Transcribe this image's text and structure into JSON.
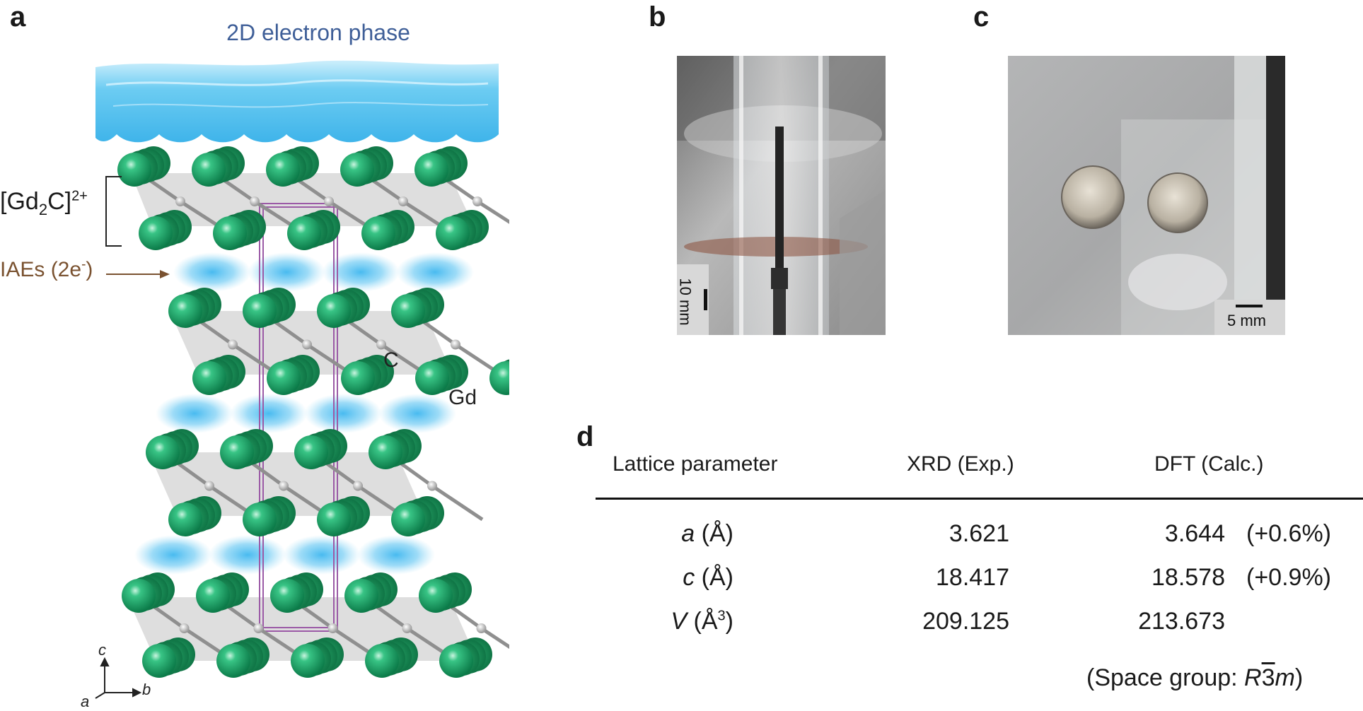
{
  "panel_a": {
    "letter": "a",
    "title": "2D electron phase",
    "formula_prefix": "[Gd",
    "formula_sub": "2",
    "formula_mid": "C]",
    "formula_sup": "2+",
    "iae_prefix": "IAEs (2e",
    "iae_sup": "-",
    "iae_suffix": ")",
    "atom_c": "C",
    "atom_gd": "Gd",
    "axis_c": "c",
    "axis_a": "a",
    "axis_b": "b",
    "colors": {
      "gd_atom": "#1fa86a",
      "electron": "#38b6ee",
      "cell_edge": "#9b5aa6",
      "bond": "#9a9a9a"
    }
  },
  "panel_b": {
    "letter": "b",
    "scale": "10 mm"
  },
  "panel_c": {
    "letter": "c",
    "scale": "5 mm"
  },
  "panel_d": {
    "letter": "d",
    "headers": [
      "Lattice parameter",
      "XRD (Exp.)",
      "DFT (Calc.)"
    ],
    "rows": [
      {
        "symbol": "a",
        "unit": "(Å)",
        "unit_sup": "",
        "unit_close": "",
        "xrd": "3.621",
        "dft": "3.644",
        "diff": "(+0.6%)"
      },
      {
        "symbol": "c",
        "unit": "(Å)",
        "unit_sup": "",
        "unit_close": "",
        "xrd": "18.417",
        "dft": "18.578",
        "diff": "(+0.9%)"
      },
      {
        "symbol": "V",
        "unit": "(Å",
        "unit_sup": "3",
        "unit_close": ")",
        "xrd": "209.125",
        "dft": "213.673",
        "diff": ""
      }
    ],
    "space_group_prefix": "(Space group: ",
    "space_group_R": "R",
    "space_group_3": "3",
    "space_group_m": "m",
    "space_group_suffix": ")"
  }
}
